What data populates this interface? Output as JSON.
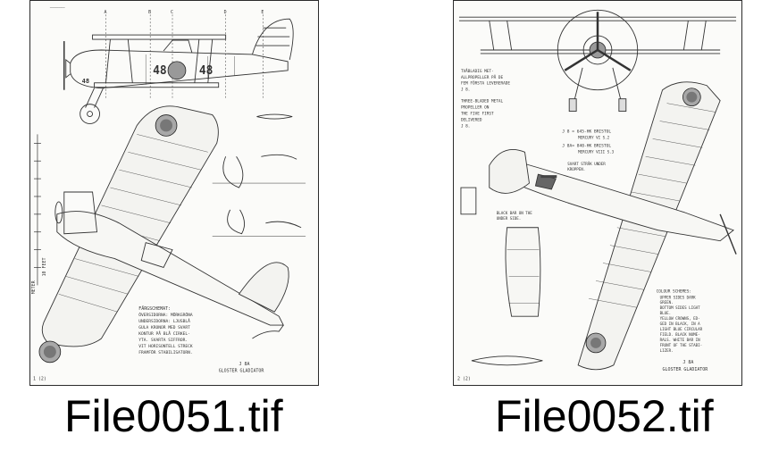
{
  "files": [
    {
      "filename": "File0051.tif",
      "sheet": {
        "page": "1 (2)",
        "model_code": "J 8A",
        "model_name": "GLOSTER GLADIATOR",
        "fuselage_number": "48",
        "notes_title": "FÄRGSCHEMAT:",
        "notes": [
          "ÖVERSIDORNA: MÖRKGRÖNA",
          "UNDERSIDORNA: LJUSBLÅ",
          "GULA KRONOR MED SVART",
          "KONTUR PÅ BLÅ CIRKEL-",
          "YTA. SVARTA SIFFROR.",
          "VIT HORISONTELL STRECK",
          "FRAMFÖR STABILISATORN."
        ],
        "scale_label": "10 FEET",
        "scale_label_2": "METER",
        "section_letters": [
          "A",
          "B",
          "C",
          "D",
          "E"
        ]
      }
    },
    {
      "filename": "File0052.tif",
      "sheet": {
        "page": "2 (2)",
        "model_code": "J 8A",
        "model_name": "GLOSTER GLADIATOR",
        "note_left_sv": [
          "TVÅBLADIG MET-",
          "ALLPROPELLER PÅ DE",
          "FEM FÖRSTA LEVERERADE",
          "J 8."
        ],
        "note_left_en": [
          "THREE-BLADED METAL",
          "PROPELLER ON",
          "THE FIVE FIRST",
          "DELIVERED",
          "J 8."
        ],
        "engine_a": [
          "J 8 = 645-HK BRISTOL",
          "MERCURY VI S.2"
        ],
        "engine_b": [
          "J 8A= 840-HK BRISTOL",
          "MERCURY VIII S.3"
        ],
        "note_mid": [
          "SVART STRÅK UNDER",
          "KROPPEN."
        ],
        "note_black_bar": [
          "BLACK BAR ON THE",
          "UNDER SIDE."
        ],
        "colour_title": "COLOUR SCHEMES:",
        "colour_notes": [
          "UPPER SIDES DARK",
          "GREEN.",
          "BOTTOM SIDES LIGHT",
          "BLUE.",
          "YELLOW CROWNS, ED-",
          "GED IN BLACK, IN A",
          "LIGHT BLUE CIRCULAR",
          "FIELD. BLACK NUME-",
          "RALS. WHITE BAR IN",
          "FRONT OF THE STABI-",
          "LIZER."
        ]
      }
    }
  ]
}
